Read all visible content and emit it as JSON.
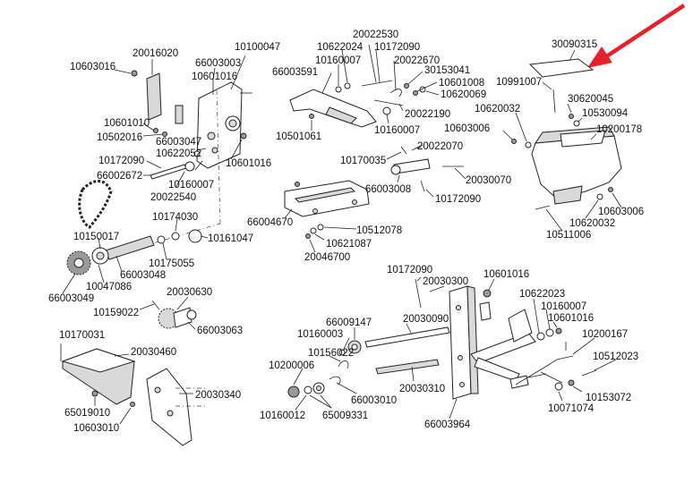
{
  "accent_color": "#e8202a",
  "labels": [
    {
      "id": "l01",
      "text": "10603016"
    },
    {
      "id": "l02",
      "text": "20016020"
    },
    {
      "id": "l03",
      "text": "66003003"
    },
    {
      "id": "l04",
      "text": "10100047"
    },
    {
      "id": "l05",
      "text": "10601016"
    },
    {
      "id": "l06",
      "text": "10601010"
    },
    {
      "id": "l07",
      "text": "10502016"
    },
    {
      "id": "l08",
      "text": "66003047"
    },
    {
      "id": "l09",
      "text": "10622052"
    },
    {
      "id": "l10",
      "text": "10601016"
    },
    {
      "id": "l11",
      "text": "10172090"
    },
    {
      "id": "l12",
      "text": "66002672"
    },
    {
      "id": "l13",
      "text": "10160007"
    },
    {
      "id": "l14",
      "text": "20022540"
    },
    {
      "id": "l15",
      "text": "10174030"
    },
    {
      "id": "l16",
      "text": "10161047"
    },
    {
      "id": "l17",
      "text": "10150017"
    },
    {
      "id": "l18",
      "text": "10175055"
    },
    {
      "id": "l19",
      "text": "66003048"
    },
    {
      "id": "l20",
      "text": "10047086"
    },
    {
      "id": "l21",
      "text": "66003049"
    },
    {
      "id": "l22",
      "text": "20030630"
    },
    {
      "id": "l23",
      "text": "10159022"
    },
    {
      "id": "l24",
      "text": "66003063"
    },
    {
      "id": "l25",
      "text": "10170031"
    },
    {
      "id": "l26",
      "text": "20030460"
    },
    {
      "id": "l27",
      "text": "20030340"
    },
    {
      "id": "l28",
      "text": "65019010"
    },
    {
      "id": "l29",
      "text": "10603010"
    },
    {
      "id": "l30",
      "text": "20022530"
    },
    {
      "id": "l31",
      "text": "10622024"
    },
    {
      "id": "l32",
      "text": "10172090"
    },
    {
      "id": "l33",
      "text": "10160007"
    },
    {
      "id": "l34",
      "text": "20022670"
    },
    {
      "id": "l35",
      "text": "66003591"
    },
    {
      "id": "l36",
      "text": "30153041"
    },
    {
      "id": "l37",
      "text": "10601008"
    },
    {
      "id": "l38",
      "text": "10620069"
    },
    {
      "id": "l39",
      "text": "20022190"
    },
    {
      "id": "l40",
      "text": "10501061"
    },
    {
      "id": "l41",
      "text": "10160007"
    },
    {
      "id": "l42",
      "text": "20022070"
    },
    {
      "id": "l43",
      "text": "10170035"
    },
    {
      "id": "l44",
      "text": "20030070"
    },
    {
      "id": "l45",
      "text": "66003008"
    },
    {
      "id": "l46",
      "text": "10172090"
    },
    {
      "id": "l47",
      "text": "66004670"
    },
    {
      "id": "l48",
      "text": "10512078"
    },
    {
      "id": "l49",
      "text": "10621087"
    },
    {
      "id": "l50",
      "text": "20046700"
    },
    {
      "id": "l51",
      "text": "30090315"
    },
    {
      "id": "l52",
      "text": "10991007"
    },
    {
      "id": "l53",
      "text": "30620045"
    },
    {
      "id": "l54",
      "text": "10620032"
    },
    {
      "id": "l55",
      "text": "10530094"
    },
    {
      "id": "l56",
      "text": "10603006"
    },
    {
      "id": "l57",
      "text": "10200178"
    },
    {
      "id": "l58",
      "text": "10603006"
    },
    {
      "id": "l59",
      "text": "10620032"
    },
    {
      "id": "l60",
      "text": "10511006"
    },
    {
      "id": "l61",
      "text": "10172090"
    },
    {
      "id": "l62",
      "text": "20030300"
    },
    {
      "id": "l63",
      "text": "10601016"
    },
    {
      "id": "l64",
      "text": "66009147"
    },
    {
      "id": "l65",
      "text": "20030090"
    },
    {
      "id": "l66",
      "text": "10160003"
    },
    {
      "id": "l67",
      "text": "10622023"
    },
    {
      "id": "l68",
      "text": "10160007"
    },
    {
      "id": "l69",
      "text": "10601016"
    },
    {
      "id": "l70",
      "text": "10156022"
    },
    {
      "id": "l71",
      "text": "10200167"
    },
    {
      "id": "l72",
      "text": "10200006"
    },
    {
      "id": "l73",
      "text": "10512023"
    },
    {
      "id": "l74",
      "text": "20030310"
    },
    {
      "id": "l75",
      "text": "66003010"
    },
    {
      "id": "l76",
      "text": "10153072"
    },
    {
      "id": "l77",
      "text": "10160012"
    },
    {
      "id": "l78",
      "text": "65009331"
    },
    {
      "id": "l79",
      "text": "10071074"
    },
    {
      "id": "l80",
      "text": "66003964"
    }
  ]
}
